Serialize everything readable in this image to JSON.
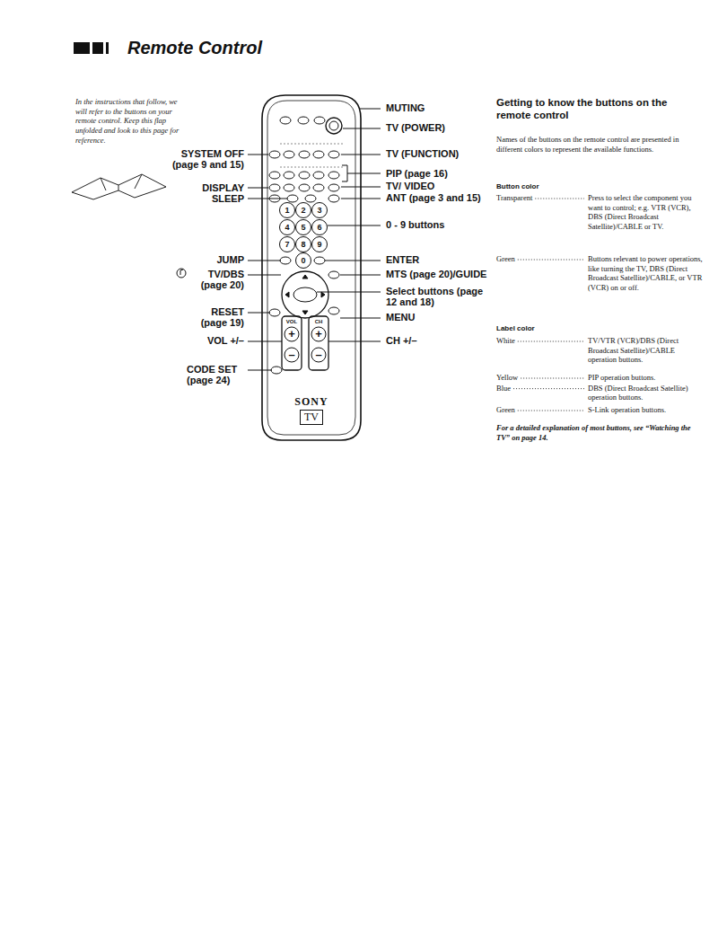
{
  "diagram": {
    "title": "Remote Control",
    "nodes": [
      {
        "text": [
          "TV"
        ]
      }
    ],
    "labels": [
      "In the instructions that follow, we will refer to the buttons on your remote control. Keep this flap unfolded and look to this page for reference.",
      "SYSTEM OFF (page 9 and 15)",
      "DISPLAY",
      "SLEEP",
      "JUMP",
      "TV/DBS (page 20)",
      "RESET (page 19)",
      "VOL +/–",
      "CODE SET (page 24)",
      "MUTING",
      "TV (POWER)",
      "TV (FUNCTION)",
      "PIP (page 16)",
      "TV/ VIDEO",
      "ANT (page 3 and 15)",
      "0 - 9 buttons",
      "ENTER",
      "MTS (page 20)/GUIDE",
      "Select buttons (page 12 and 18)",
      "MENU",
      "CH +/–",
      "Getting to know the buttons on the remote control",
      "Names of the buttons on the remote control are presented in different colors to represent the available functions.",
      "Button color",
      "Transparent",
      "Press to select the component you want to control; e.g. VTR (VCR), DBS (Direct Broadcast Satellite)/CABLE or TV.",
      "Green",
      "Buttons relevant to power operations, like turning the TV, DBS (Direct Broadcast Satellite)/CABLE, or VTR (VCR) on or off.",
      "Label color",
      "White",
      "TV/VTR (VCR)/DBS (Direct Broadcast Satellite)/CABLE operation buttons.",
      "Yellow",
      "PIP operation buttons.",
      "Blue",
      "DBS (Direct Broadcast Satellite) operation buttons.",
      "Green",
      "S-Link operation buttons.",
      "For a detailed explanation of most buttons, see “Watching the TV” on page 14.",
      "1",
      "2",
      "3",
      "4",
      "5",
      "6",
      "7",
      "8",
      "9",
      "0",
      "VOL",
      "CH",
      "+",
      "–",
      "+",
      "–",
      "SONY"
    ]
  }
}
